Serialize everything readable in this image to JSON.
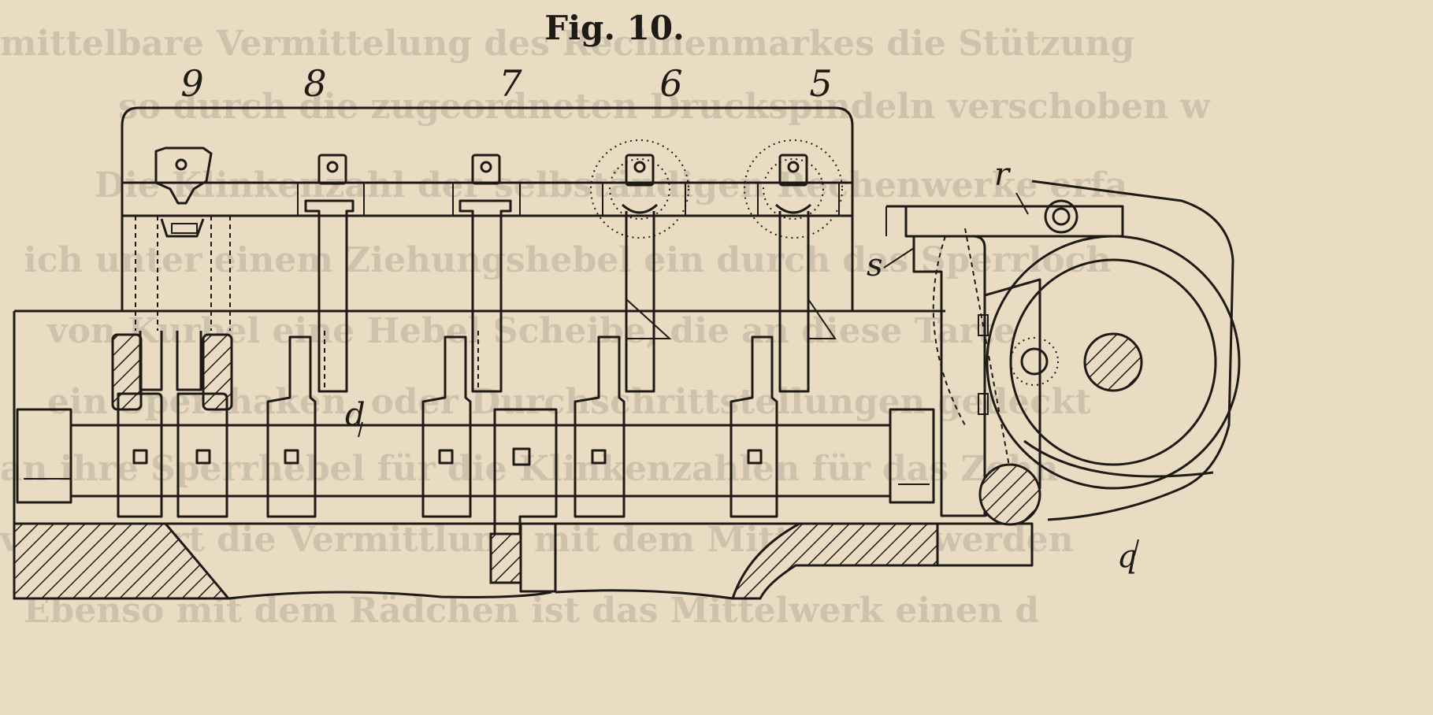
{
  "figure": {
    "title": "Fig. 10.",
    "slot_numbers": [
      "9",
      "8",
      "7",
      "6",
      "5"
    ],
    "labels": {
      "shaft": "d",
      "r": "r",
      "s": "s",
      "q": "q"
    }
  },
  "bleed_through_lines": [
    "mittelbare Vermittelung des Rechnenmarkes die Stützung",
    "so durch die zugeordneten Druckspindeln verschoben w",
    "Die Klinkenzahl der selbständigen Rechenwerke erfa",
    "ich unter einem Ziehungshebel ein durch das Sperrloch",
    "von Kurbel eine Hebel Scheibe, die an diese Tarte",
    "ein Sperrhaken, oder Durchschrittstellungen gedeckt",
    "an ihre Sperrhebel für die Klinkenzahlen für das Zehn",
    "verhindert die Vermittlung mit dem Mittelwerk werden",
    "Ebenso mit dem Rädchen ist das Mittelwerk einen d"
  ],
  "colors": {
    "paper": "#e9dcc3",
    "ink": "#1e1a16"
  }
}
